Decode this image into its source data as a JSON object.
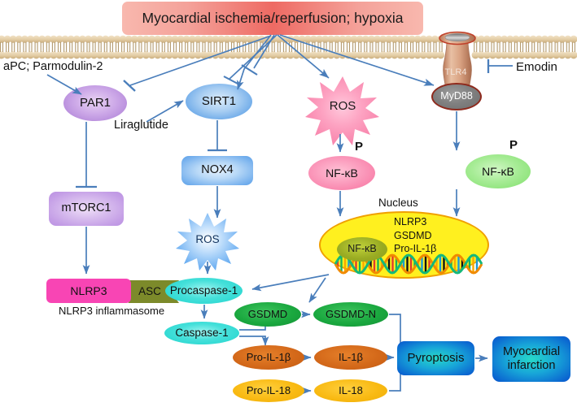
{
  "diagram": {
    "title": "Myocardial ischemia/reperfusion; hypoxia",
    "membrane_name": "plasma-membrane-lipid-bilayer",
    "nucleus_label": "Nucleus"
  },
  "nodes": {
    "title_banner": "Myocardial ischemia/reperfusion; hypoxia",
    "par1": "PAR1",
    "sirt1": "SIRT1",
    "ros_pink": "ROS",
    "ros_blue": "ROS",
    "nox4": "NOX4",
    "mtorc1": "mTORC1",
    "tlr4": "TLR4",
    "myd88": "MyD88",
    "nfkb_pink": "NF-κB",
    "nfkb_green": "NF-κB",
    "nfkb_nucleus": "NF-κB",
    "p_pink": "P",
    "p_green": "P",
    "nucleus_title": "Nucleus",
    "nlrp3": "NLRP3",
    "asc": "ASC",
    "procaspase1": "Procaspase-1",
    "inflammasome_label": "NLRP3 inflammasome",
    "caspase1": "Caspase-1",
    "gsdmd": "GSDMD",
    "gsdmd_n": "GSDMD-N",
    "pro_il1b": "Pro-IL-1β",
    "il1b": "IL-1β",
    "pro_il18": "Pro-IL-18",
    "il18": "IL-18",
    "pyroptosis": "Pyroptosis",
    "myocardial_infarction": "Myocardial infarction"
  },
  "nucleus_genes": {
    "line1": "NLRP3",
    "line2": "GSDMD",
    "line3": "Pro-IL-1β"
  },
  "drug_labels": {
    "apc": "aPC; Parmodulin-2",
    "emodin": "Emodin",
    "liraglutide": "Liraglutide"
  },
  "colors": {
    "title_banner": "#ee6a63",
    "arrow": "#4a7ebb",
    "nucleus_fill": "#fff01f",
    "nucleus_border": "#f0a000",
    "nlrp3": "#f845b4",
    "asc": "#7c8a2a",
    "caspase": "#1fd4cd",
    "gsdmd": "#1aa83f",
    "il1b": "#d4691a",
    "il18": "#f9ba13",
    "pyroptosis": "#0a62d0",
    "membrane": "#dfc9a3",
    "tlr4": "#d9a282",
    "myd88": "#808080",
    "myd88_border": "#8e2a1d"
  },
  "edges": [
    {
      "from": "title_banner",
      "to": "par1",
      "type": "inhibition"
    },
    {
      "from": "title_banner",
      "to": "sirt1",
      "type": "inhibition"
    },
    {
      "from": "title_banner",
      "to": "ros_pink",
      "type": "activation"
    },
    {
      "from": "title_banner",
      "to": "tlr4",
      "type": "activation"
    },
    {
      "from": "apc",
      "to": "par1",
      "type": "activation"
    },
    {
      "from": "emodin",
      "to": "tlr4",
      "type": "inhibition"
    },
    {
      "from": "liraglutide",
      "to": "sirt1",
      "type": "activation"
    },
    {
      "from": "par1",
      "to": "mtorc1",
      "type": "inhibition"
    },
    {
      "from": "sirt1",
      "to": "nox4",
      "type": "inhibition"
    },
    {
      "from": "nox4",
      "to": "ros_blue",
      "type": "activation"
    },
    {
      "from": "mtorc1",
      "to": "nlrp3",
      "type": "activation"
    },
    {
      "from": "ros_blue",
      "to": "procaspase1",
      "type": "activation"
    },
    {
      "from": "ros_pink",
      "to": "nfkb_pink",
      "type": "activation"
    },
    {
      "from": "myd88",
      "to": "nfkb_green",
      "type": "activation"
    },
    {
      "from": "nfkb_pink",
      "to": "nucleus",
      "type": "activation"
    },
    {
      "from": "nfkb_green",
      "to": "nucleus",
      "type": "activation"
    },
    {
      "from": "nucleus",
      "to": "procaspase1",
      "type": "activation"
    },
    {
      "from": "nucleus",
      "to": "gsdmd",
      "type": "activation"
    },
    {
      "from": "procaspase1",
      "to": "caspase1",
      "type": "activation"
    },
    {
      "from": "caspase1",
      "to": "gsdmd_n",
      "type": "activation"
    },
    {
      "from": "caspase1",
      "to": "il1b",
      "type": "activation"
    },
    {
      "from": "gsdmd",
      "to": "gsdmd_n",
      "type": "activation"
    },
    {
      "from": "pro_il1b",
      "to": "il1b",
      "type": "activation"
    },
    {
      "from": "pro_il18",
      "to": "il18",
      "type": "activation"
    },
    {
      "from": "gsdmd_n",
      "to": "pyroptosis",
      "type": "activation"
    },
    {
      "from": "il1b",
      "to": "pyroptosis",
      "type": "activation"
    },
    {
      "from": "il18",
      "to": "pyroptosis",
      "type": "activation"
    },
    {
      "from": "pyroptosis",
      "to": "myocardial_infarction",
      "type": "activation"
    }
  ]
}
